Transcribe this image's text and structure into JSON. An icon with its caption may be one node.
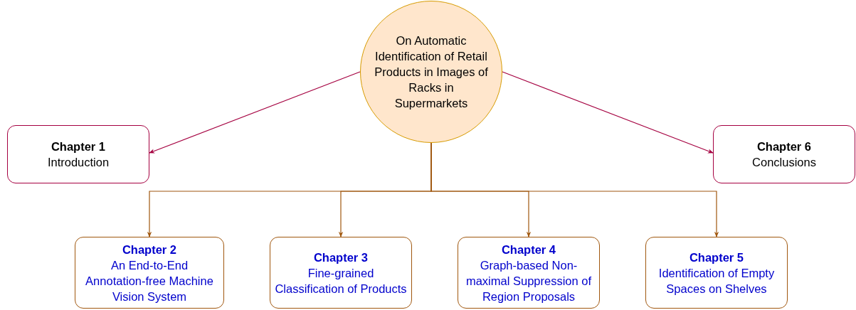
{
  "diagram": {
    "nodes": [
      {
        "text": [
          "On Automatic Identification of Retail Products in Images of Racks in Supermarkets"
        ]
      },
      {
        "text": [
          "Chapter 1",
          "Introduction"
        ]
      },
      {
        "text": [
          "Chapter 6",
          "Conclusions"
        ]
      },
      {
        "text": [
          "Chapter 2",
          "An End-to-End Annotation-free Machine Vision System"
        ]
      },
      {
        "text": [
          "Chapter 3",
          "Fine-grained Classification of Products"
        ]
      },
      {
        "text": [
          "Chapter 4",
          "Graph-based Non-maximal Suppression of Region Proposals"
        ]
      },
      {
        "text": [
          "Chapter 5",
          "Identification of Empty Spaces on Shelves"
        ]
      }
    ],
    "edges": [
      {
        "from": 0,
        "to": 1,
        "arrow": "to",
        "color": "#a50040"
      },
      {
        "from": 0,
        "to": 2,
        "arrow": "to",
        "color": "#a50040"
      },
      {
        "from": 0,
        "to": 3,
        "arrow": "to"
      },
      {
        "from": 0,
        "to": 4,
        "arrow": "to"
      },
      {
        "from": 0,
        "to": 5,
        "arrow": "to"
      },
      {
        "from": 0,
        "to": 6,
        "arrow": "to"
      }
    ]
  }
}
